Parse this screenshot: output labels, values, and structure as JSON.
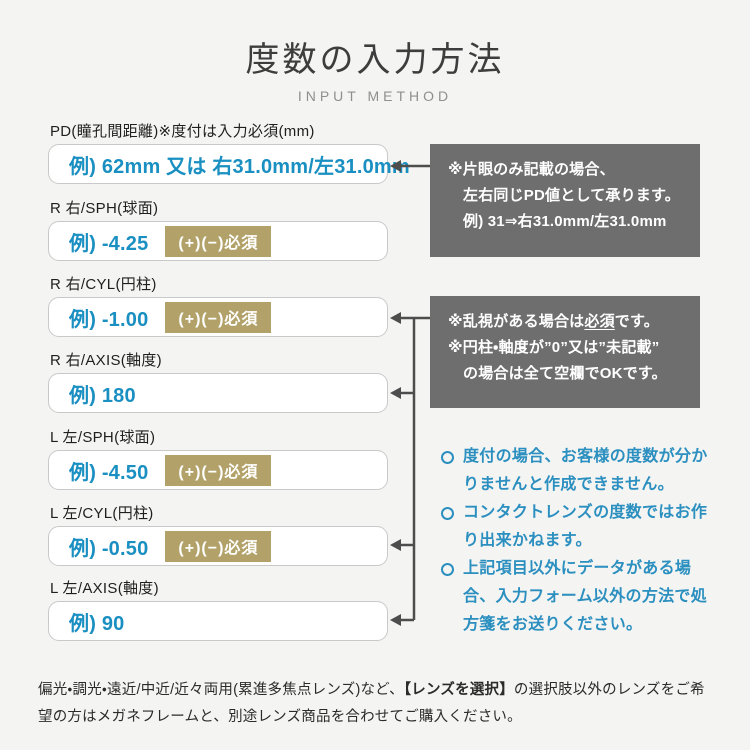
{
  "header": {
    "title": "度数の入力方法",
    "subtitle": "INPUT METHOD"
  },
  "fields": [
    {
      "label": "PD(瞳孔間距離)※度付は入力必須(mm)",
      "example": "例) 62mm 又は 右31.0mm/左31.0mm",
      "badge": ""
    },
    {
      "label": "R 右/SPH(球面)",
      "example": "例) -4.25",
      "badge": "(+)(−)必須"
    },
    {
      "label": "R 右/CYL(円柱)",
      "example": "例) -1.00",
      "badge": "(+)(−)必須"
    },
    {
      "label": "R 右/AXIS(軸度)",
      "example": "例) 180",
      "badge": ""
    },
    {
      "label": "L 左/SPH(球面)",
      "example": "例) -4.50",
      "badge": "(+)(−)必須"
    },
    {
      "label": "L 左/CYL(円柱)",
      "example": "例) -0.50",
      "badge": "(+)(−)必須"
    },
    {
      "label": "L 左/AXIS(軸度)",
      "example": "例) 90",
      "badge": ""
    }
  ],
  "callouts": {
    "pd_note": {
      "line1": "※片眼のみ記載の場合、",
      "line2": "左右同じPD値として承ります。",
      "line3": "例) 31⇒右31.0mm/左31.0mm"
    },
    "cyl_note": {
      "line1_pre": "※乱視がある場合は",
      "line1_em": "必須",
      "line1_post": "です。",
      "line2": "※円柱・軸度が”0”又は”未記載”",
      "line3": "の場合は全て空欄でOKです。"
    }
  },
  "notes": [
    "度付の場合、お客様の度数が分かりませんと作成できません。",
    "コンタクトレンズの度数ではお作り出来かねます。",
    "上記項目以外にデータがある場合、入力フォーム以外の方法で処方箋をお送りください。"
  ],
  "footer": {
    "pre": "偏光・調光・遠近/中近/近々両用(累進多焦点レンズ)など、",
    "em": "【レンズを選択】",
    "post": "の選択肢以外のレンズをご希望の方はメガネフレームと、別途レンズ商品を合わせてご購入ください。"
  },
  "colors": {
    "background": "#f4f4f3",
    "accent_blue": "#1a8fc1",
    "note_teal": "#2b8fbf",
    "badge_gold": "#b2a168",
    "callout_gray": "#6e6e6e",
    "arrow_gray": "#4d4d4d"
  }
}
